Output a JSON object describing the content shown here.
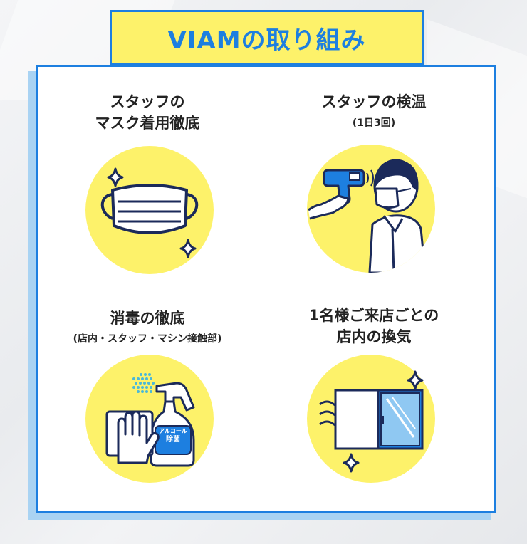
{
  "title": "VIAMの取り組み",
  "items": [
    {
      "title_line1": "スタッフの",
      "title_line2": "マスク着用徹底",
      "subtitle": "",
      "icon": "mask-icon"
    },
    {
      "title_line1": "スタッフの検温",
      "title_line2": "",
      "subtitle": "(1日3回)",
      "icon": "thermometer-icon"
    },
    {
      "title_line1": "消毒の徹底",
      "title_line2": "",
      "subtitle": "(店内・スタッフ・マシン接触部)",
      "icon": "disinfect-icon"
    },
    {
      "title_line1": "1名様ご来店ごとの",
      "title_line2": "店内の換気",
      "subtitle": "",
      "icon": "window-icon"
    }
  ],
  "bottle_label": {
    "line1": "アルコール",
    "line2": "除菌"
  },
  "colors": {
    "accent_blue": "#1d7fe0",
    "yellow": "#fdf26a",
    "navy": "#1b2a5a"
  }
}
